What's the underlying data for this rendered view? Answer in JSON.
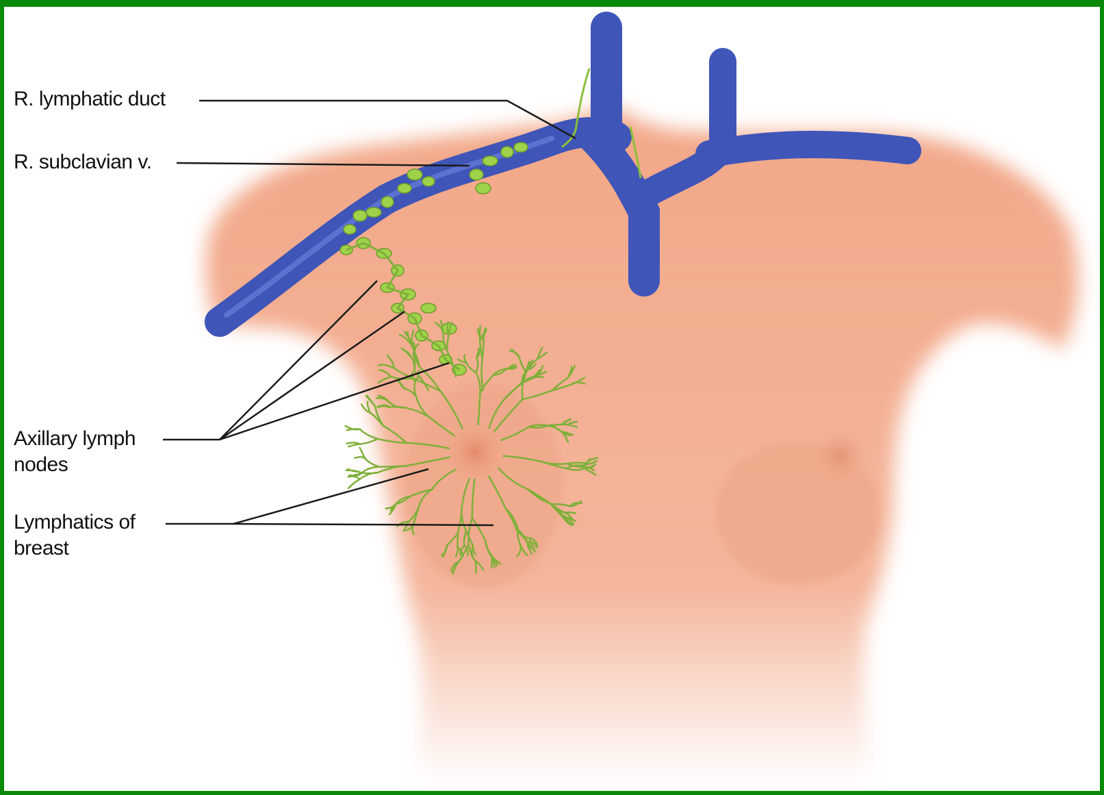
{
  "frame": {
    "border_color": "#0a8a0a"
  },
  "colors": {
    "skin": "#f2a889",
    "skin_shadow": "#e48f70",
    "vein": "#3f55b8",
    "vein_highlight": "#6f86e0",
    "lymph": "#8bbf3a",
    "lymph_node": "#9fd24a",
    "leader": "#1a1a1a"
  },
  "labels": {
    "lymphatic_duct": "R. lymphatic duct",
    "subclavian_vein": "R. subclavian v.",
    "axillary_nodes_line1": "Axillary lymph",
    "axillary_nodes_line2": "nodes",
    "breast_lymphatics_line1": "Lymphatics of",
    "breast_lymphatics_line2": "breast"
  }
}
